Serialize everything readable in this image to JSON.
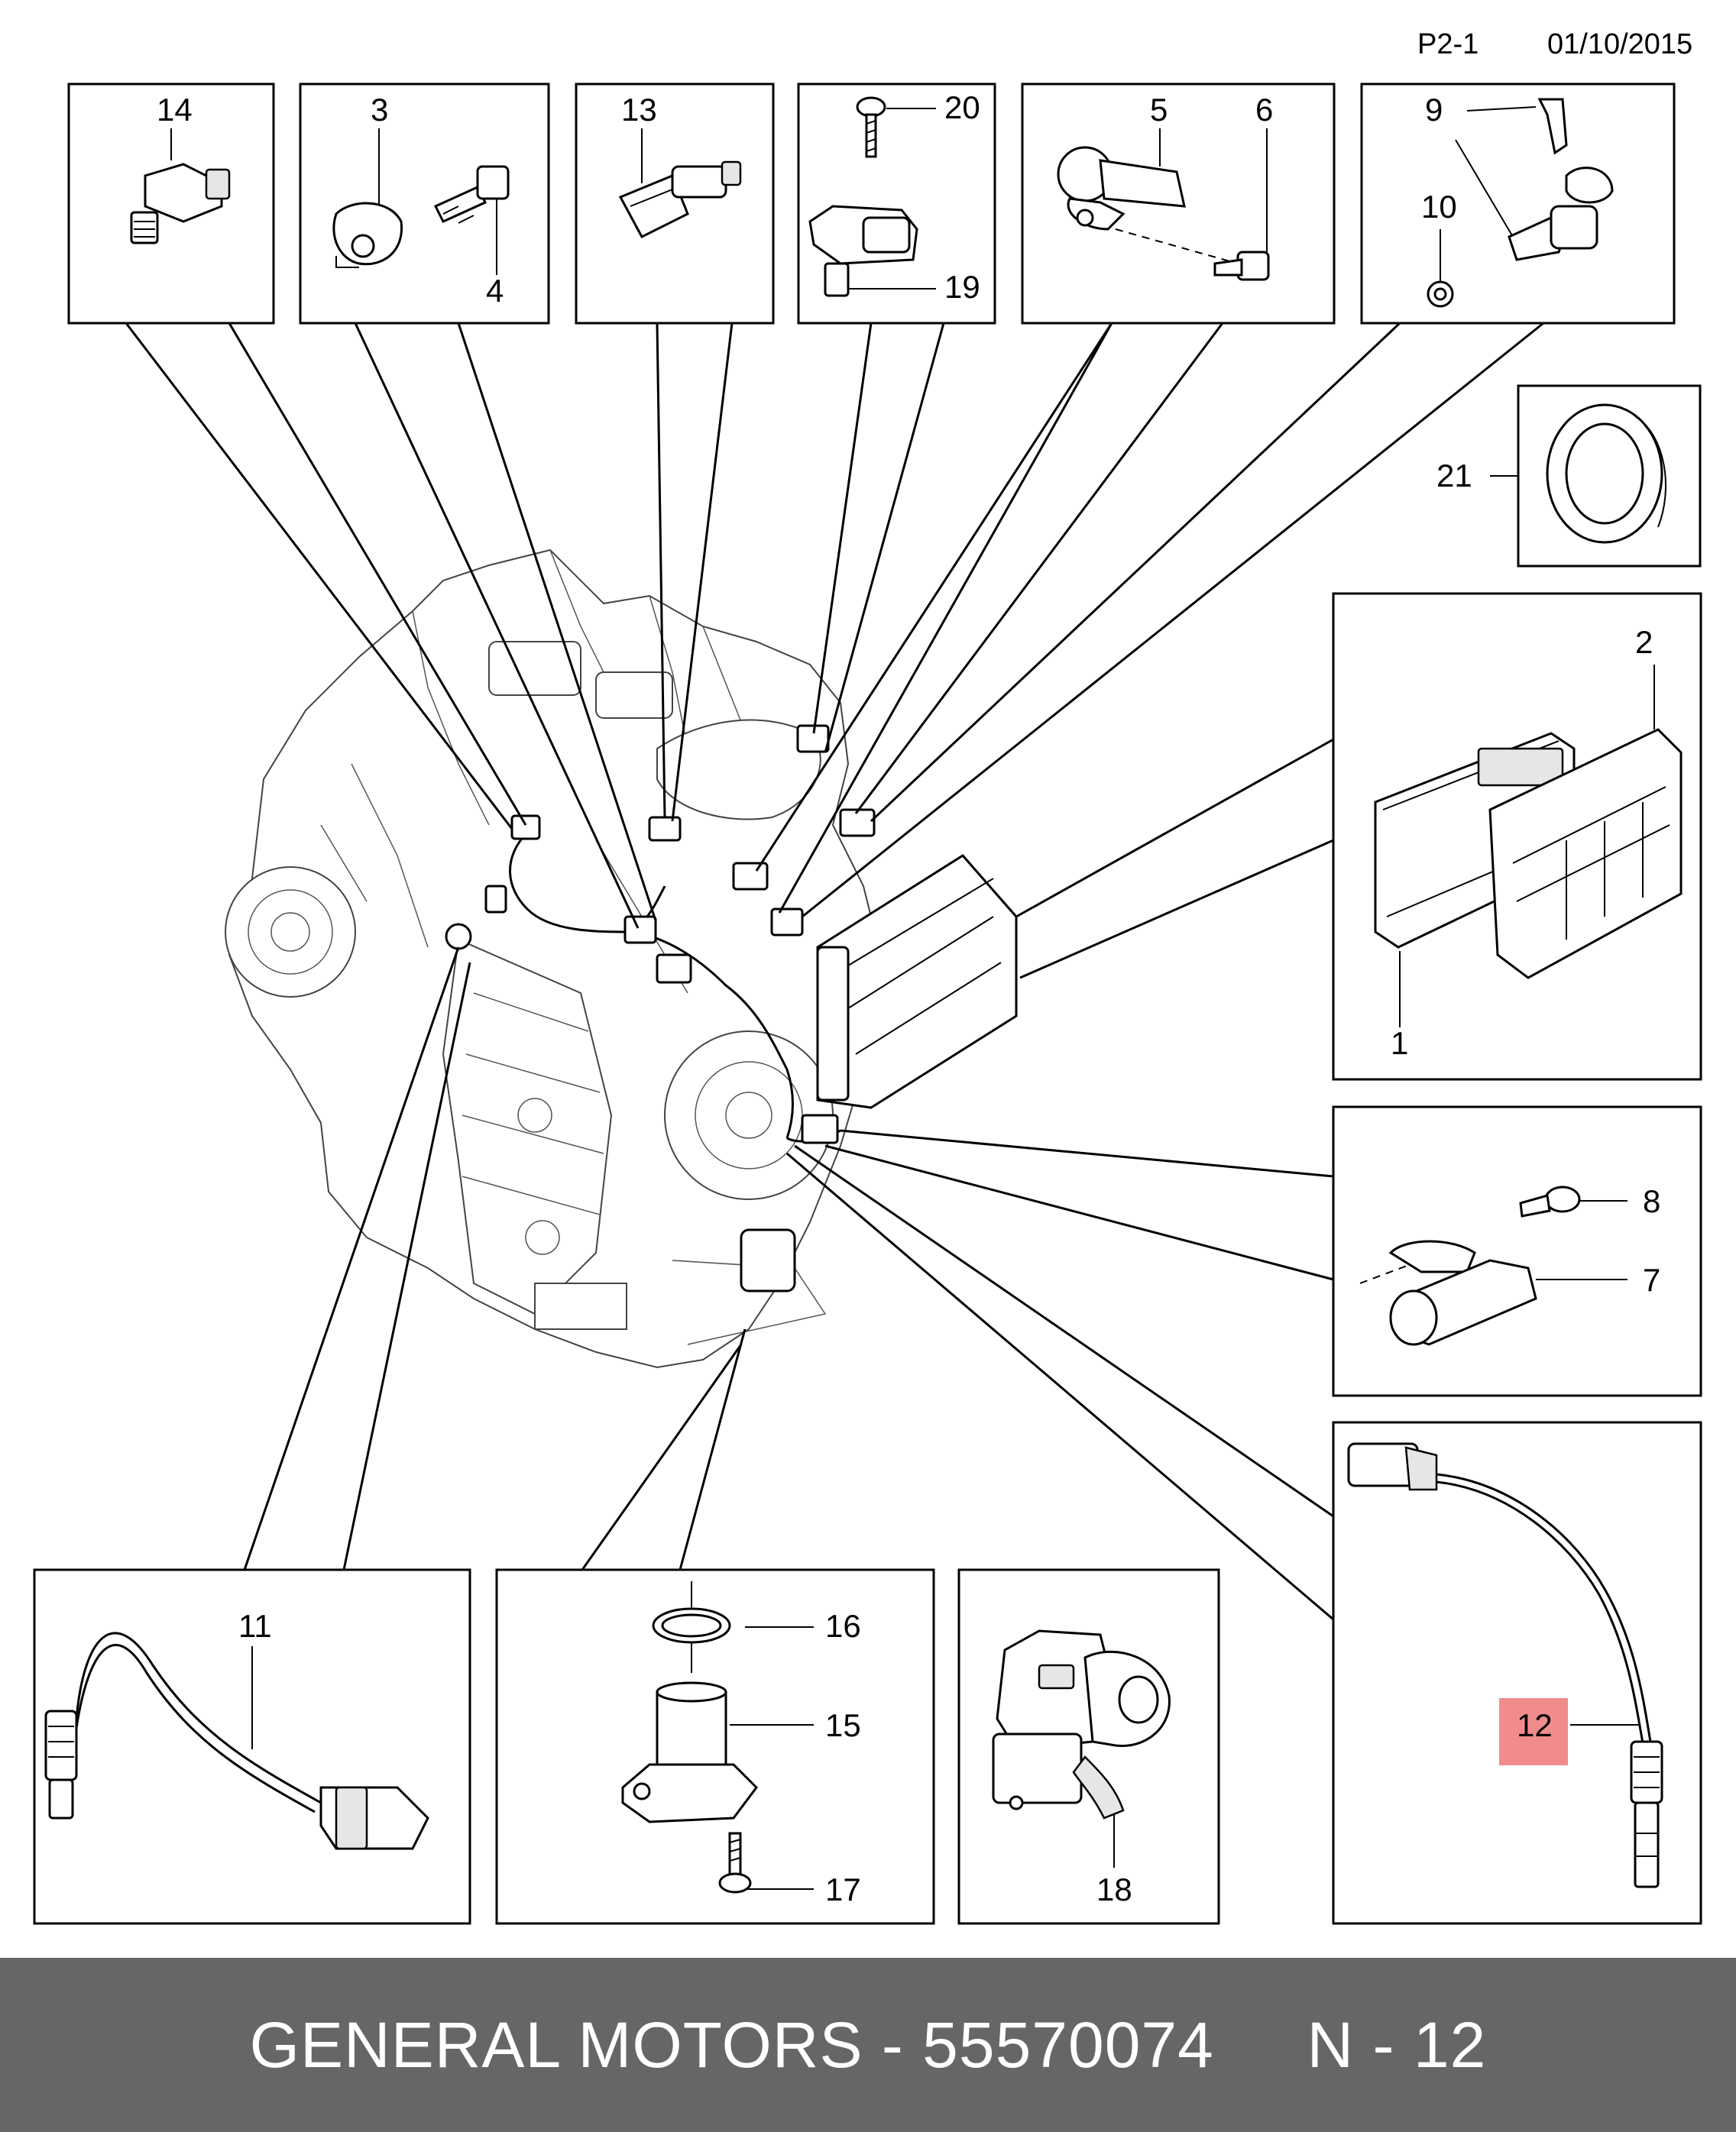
{
  "header": {
    "page_ref": "P2-1",
    "date": "01/10/2015"
  },
  "callouts": {
    "c1": "1",
    "c2": "2",
    "c3": "3",
    "c4": "4",
    "c5": "5",
    "c6": "6",
    "c7": "7",
    "c8": "8",
    "c9": "9",
    "c10": "10",
    "c11": "11",
    "c12": "12",
    "c13": "13",
    "c14": "14",
    "c15": "15",
    "c16": "16",
    "c17": "17",
    "c18": "18",
    "c19": "19",
    "c20": "20",
    "c21": "21"
  },
  "highlight": {
    "part": "12",
    "color": "#f08c8c"
  },
  "footer": {
    "text": "GENERAL MOTORS - 55570074     N - 12",
    "background": "#666666",
    "color": "#ffffff"
  }
}
